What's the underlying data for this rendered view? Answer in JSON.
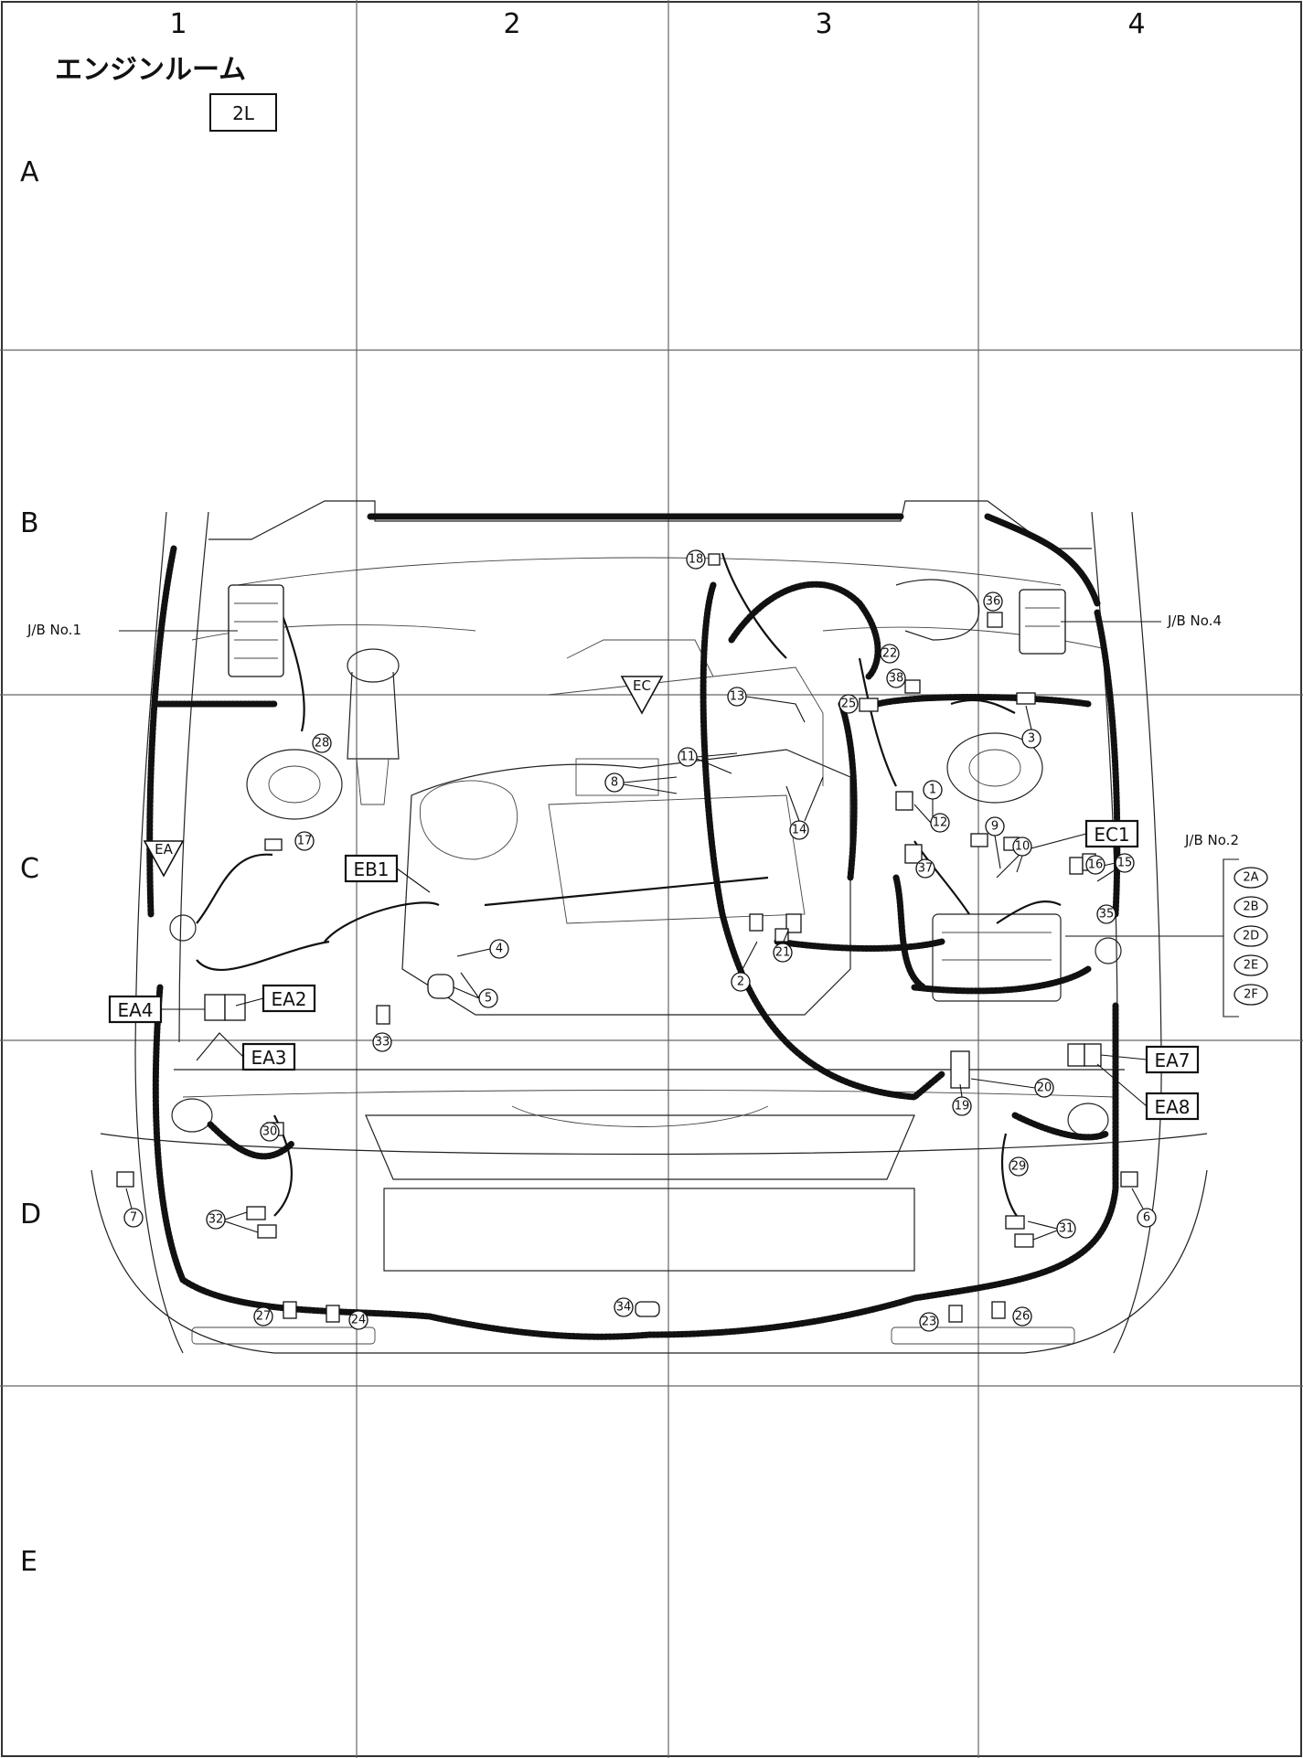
{
  "title": "エンジンルーム",
  "engine_badge": "2L",
  "columns": [
    "1",
    "2",
    "3",
    "4"
  ],
  "rows": [
    "A",
    "B",
    "C",
    "D",
    "E"
  ],
  "junction_blocks": {
    "jb1": "J/B No.1",
    "jb2": "J/B No.2",
    "jb4": "J/B No.4",
    "jb2_connectors": [
      "2A",
      "2B",
      "2D",
      "2E",
      "2F"
    ]
  },
  "ground_points": [
    "EA",
    "EC"
  ],
  "boxed_labels": [
    "EB1",
    "EC1",
    "EA2",
    "EA3",
    "EA4",
    "EA7",
    "EA8"
  ],
  "callouts": [
    "1",
    "2",
    "3",
    "4",
    "5",
    "6",
    "7",
    "8",
    "9",
    "10",
    "11",
    "12",
    "13",
    "14",
    "15",
    "16",
    "17",
    "18",
    "19",
    "20",
    "21",
    "22",
    "23",
    "24",
    "25",
    "26",
    "27",
    "28",
    "29",
    "30",
    "31",
    "32",
    "33",
    "34",
    "35",
    "36",
    "37",
    "38"
  ]
}
